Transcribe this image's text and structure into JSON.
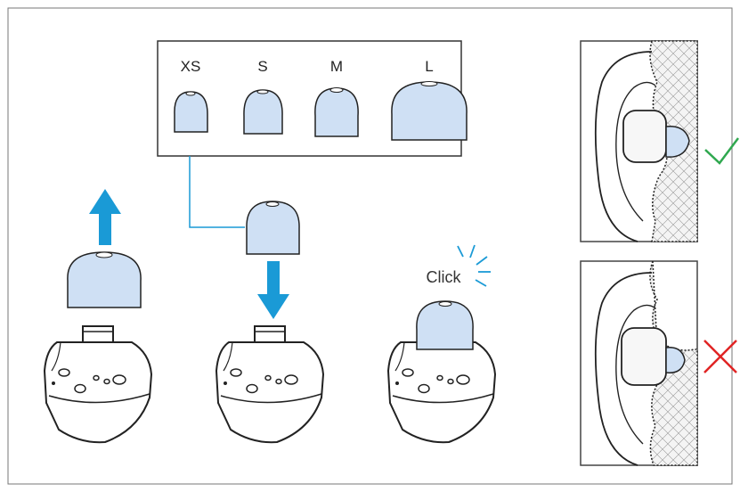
{
  "sizes": [
    "XS",
    "S",
    "M",
    "L"
  ],
  "click_label": "Click",
  "colors": {
    "arrow": "#1a9ad6",
    "eartip": "#cfe0f4",
    "outline": "#222222",
    "check": "#2fa84f",
    "cross": "#e02424",
    "frame": "#777777"
  },
  "icons": [
    "arrow-up-icon",
    "arrow-down-icon",
    "click-burst-icon",
    "checkmark-icon",
    "cross-icon"
  ]
}
